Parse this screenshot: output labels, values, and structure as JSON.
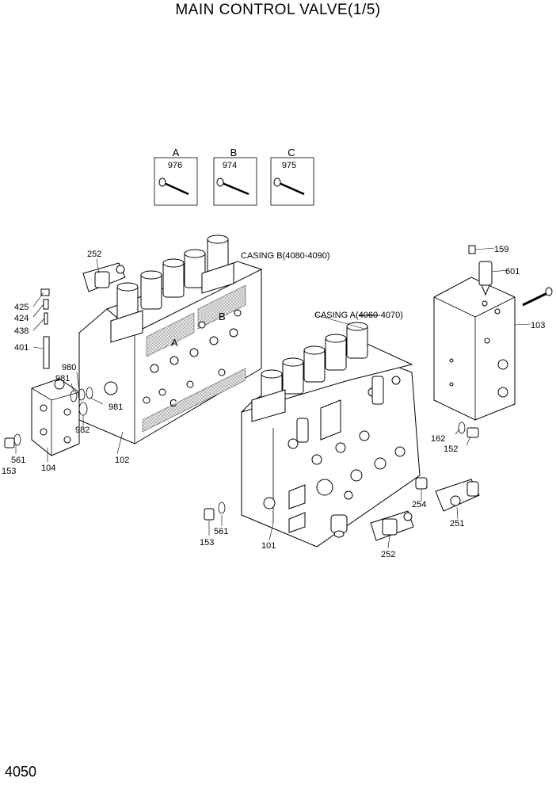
{
  "title": "MAIN CONTROL VALVE(1/5)",
  "page_number": "4050",
  "bolt_boxes": [
    {
      "letter": "A",
      "part": "976"
    },
    {
      "letter": "B",
      "part": "974"
    },
    {
      "letter": "C",
      "part": "975"
    }
  ],
  "casing_labels": {
    "casing_b": "CASING B(4080-4090)",
    "casing_a_prefix": "CASING A(",
    "casing_a_struck": "4060",
    "casing_a_suffix": "-4070)"
  },
  "face_letters": {
    "a": "A",
    "b": "B",
    "c": "C"
  },
  "callouts": {
    "c252_top": "252",
    "c425": "425",
    "c424": "424",
    "c438": "438",
    "c401": "401",
    "c980": "980",
    "c981_a": "981",
    "c981_b": "981",
    "c982": "982",
    "c561_left": "561",
    "c153_left": "153",
    "c104": "104",
    "c102": "102",
    "c159": "159",
    "c601": "601",
    "c103": "103",
    "c162": "162",
    "c152": "152",
    "c254": "254",
    "c251": "251",
    "c252_bottom": "252",
    "c561_center": "561",
    "c153_center": "153",
    "c101": "101"
  }
}
